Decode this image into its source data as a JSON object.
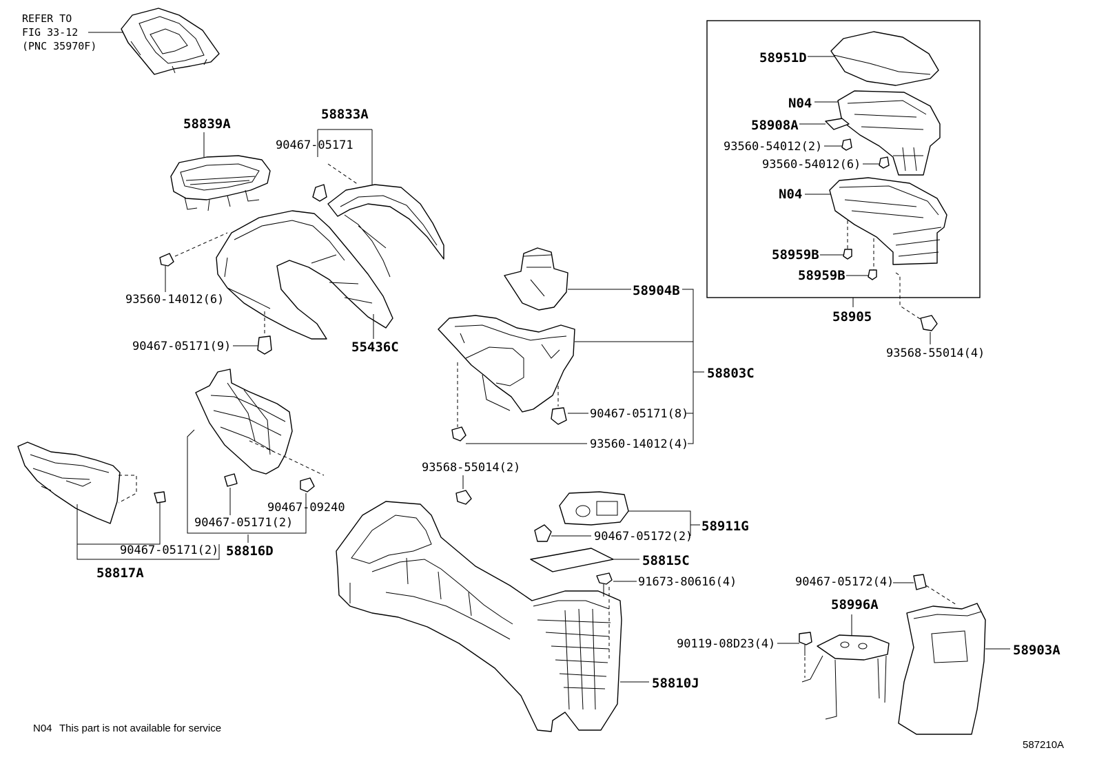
{
  "refer": {
    "line1": "REFER TO",
    "line2": "FIG 33-12",
    "line3": "(PNC 35970F)"
  },
  "labels": {
    "p58839A": "58839A",
    "p58833A": "58833A",
    "p90467_05171": "90467-05171",
    "p93560_14012_6": "93560-14012(6)",
    "p90467_05171_9": "90467-05171(9)",
    "p55436C": "55436C",
    "p58951D": "58951D",
    "n04_a": "N04",
    "p58908A": "58908A",
    "p93560_54012_2": "93560-54012(2)",
    "p93560_54012_6": "93560-54012(6)",
    "n04_b": "N04",
    "p58959B_a": "58959B",
    "p58959B_b": "58959B",
    "p58905": "58905",
    "p93568_55014_4": "93568-55014(4)",
    "p58904B": "58904B",
    "p58803C": "58803C",
    "p90467_05171_8": "90467-05171(8)",
    "p93560_14012_4": "93560-14012(4)",
    "p93568_55014_2": "93568-55014(2)",
    "p90467_09240": "90467-09240",
    "p90467_05171_2a": "90467-05171(2)",
    "p58816D": "58816D",
    "p90467_05171_2b": "90467-05171(2)",
    "p58817A": "58817A",
    "p58911G": "58911G",
    "p90467_05172_2": "90467-05172(2)",
    "p58815C": "58815C",
    "p91673_80616_4": "91673-80616(4)",
    "p90467_05172_4": "90467-05172(4)",
    "p58996A": "58996A",
    "p90119_08D23_4": "90119-08D23(4)",
    "p58903A": "58903A",
    "p58810J": "58810J"
  },
  "footnote": {
    "code": "N04",
    "text": "This part is not available for service"
  },
  "figure_id": "587210A"
}
